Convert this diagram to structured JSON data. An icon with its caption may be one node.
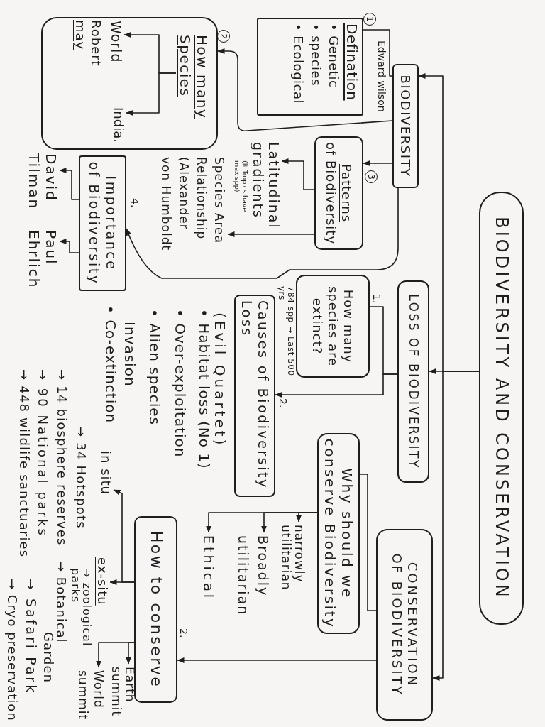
{
  "diagram": {
    "nodes": [
      {
        "text": [
          "BIODIVERSITY AND CONSERVATION"
        ]
      },
      {
        "text": [
          "BIODIVERSITY"
        ]
      },
      {
        "text": [
          "LOSS OF BIODIVERSITY"
        ]
      },
      {
        "text": [
          "CONSERVATION OF BIODIVERSITY"
        ]
      },
      {
        "text": [
          "Defination",
          "• Genetic",
          "• species",
          "• Ecological"
        ],
        "beside": [
          "1"
        ]
      },
      {
        "text": [],
        "shape": "box",
        "beside": [
          "2"
        ]
      },
      {
        "text": [
          "How many Species"
        ],
        "in": 5
      },
      {
        "text": [
          "World"
        ],
        "in": 5,
        "beside": [
          "Robert may"
        ]
      },
      {
        "text": [
          "India."
        ],
        "in": 5
      },
      {
        "text": [
          "Patterns",
          "of Biodiversity"
        ],
        "beside": [
          "3"
        ]
      },
      {
        "text": [
          "Latitudinal gradients"
        ],
        "beside": [
          "(It Tropics have max spp)"
        ]
      },
      {
        "text": [
          "Species Area Relationship",
          "(Alexander von Humboldt"
        ]
      },
      {
        "text": [
          "Importance",
          "of Biodiversity"
        ],
        "beside": [
          "4."
        ]
      },
      {
        "text": [
          "David Tilman"
        ]
      },
      {
        "text": [
          "Paul Ehrlich"
        ]
      },
      {
        "text": [
          "How many species are extinct?"
        ],
        "beside": [
          "1.",
          "784 spp → Last 500 yrs"
        ]
      },
      {
        "text": [
          "Causes of Biodiversity Loss"
        ],
        "beside": [
          "2.",
          "(Evil Quartet)",
          "• Habitat loss (No 1)",
          "• Over-exploitation",
          "• Alien species Invasion",
          "• Co-extinction"
        ]
      },
      {
        "text": [
          "Why should we conserve Biodiversity"
        ]
      },
      {
        "text": [
          "narrowly utilitarian"
        ]
      },
      {
        "text": [
          "Broadly utilitarian"
        ]
      },
      {
        "text": [
          "Ethical"
        ]
      },
      {
        "text": [
          "How to conserve"
        ],
        "beside": [
          "2."
        ]
      },
      {
        "text": [
          "in situ"
        ],
        "beside": [
          "→ 34 Hotspots",
          "→ 14 biosphere reserves",
          "→ 90 National parks",
          "→ 448 wildlife sanctuaries"
        ]
      },
      {
        "text": [
          "ex-situ"
        ],
        "beside": [
          "→ zoological parks",
          "→ Botanical Garden",
          "→ Safari Park",
          "→ Cryo preservation"
        ]
      },
      {
        "text": [
          "Earth summit"
        ]
      },
      {
        "text": [
          "World summit"
        ]
      }
    ],
    "edges": [
      {
        "from": 0,
        "to": 1,
        "arrow": "to"
      },
      {
        "from": 0,
        "to": 2,
        "arrow": "to"
      },
      {
        "from": 0,
        "to": 3,
        "arrow": "to"
      },
      {
        "from": 1,
        "to": 4,
        "arrow": "none",
        "label": "Edward wilson"
      },
      {
        "from": 1,
        "to": 5,
        "arrow": "to"
      },
      {
        "from": 1,
        "to": 9,
        "arrow": "to"
      },
      {
        "from": 1,
        "to": 12,
        "arrow": "to"
      },
      {
        "from": 6,
        "to": 7,
        "arrow": "to"
      },
      {
        "from": 6,
        "to": 8,
        "arrow": "to"
      },
      {
        "from": 9,
        "to": 10,
        "arrow": "to"
      },
      {
        "from": 9,
        "to": 11,
        "arrow": "to"
      },
      {
        "from": 12,
        "to": 13,
        "arrow": "to"
      },
      {
        "from": 12,
        "to": 14,
        "arrow": "to"
      },
      {
        "from": 2,
        "to": 15,
        "arrow": "none"
      },
      {
        "from": 2,
        "to": 16,
        "arrow": "to"
      },
      {
        "from": 3,
        "to": 17,
        "arrow": "none"
      },
      {
        "from": 17,
        "to": 18,
        "arrow": "to"
      },
      {
        "from": 17,
        "to": 19,
        "arrow": "to"
      },
      {
        "from": 17,
        "to": 20,
        "arrow": "to"
      },
      {
        "from": 3,
        "to": 21,
        "arrow": "to"
      },
      {
        "from": 21,
        "to": 22,
        "arrow": "to"
      },
      {
        "from": 21,
        "to": 23,
        "arrow": "to"
      },
      {
        "from": 21,
        "to": 24,
        "arrow": "to"
      },
      {
        "from": 21,
        "to": 25,
        "arrow": "to"
      }
    ]
  }
}
